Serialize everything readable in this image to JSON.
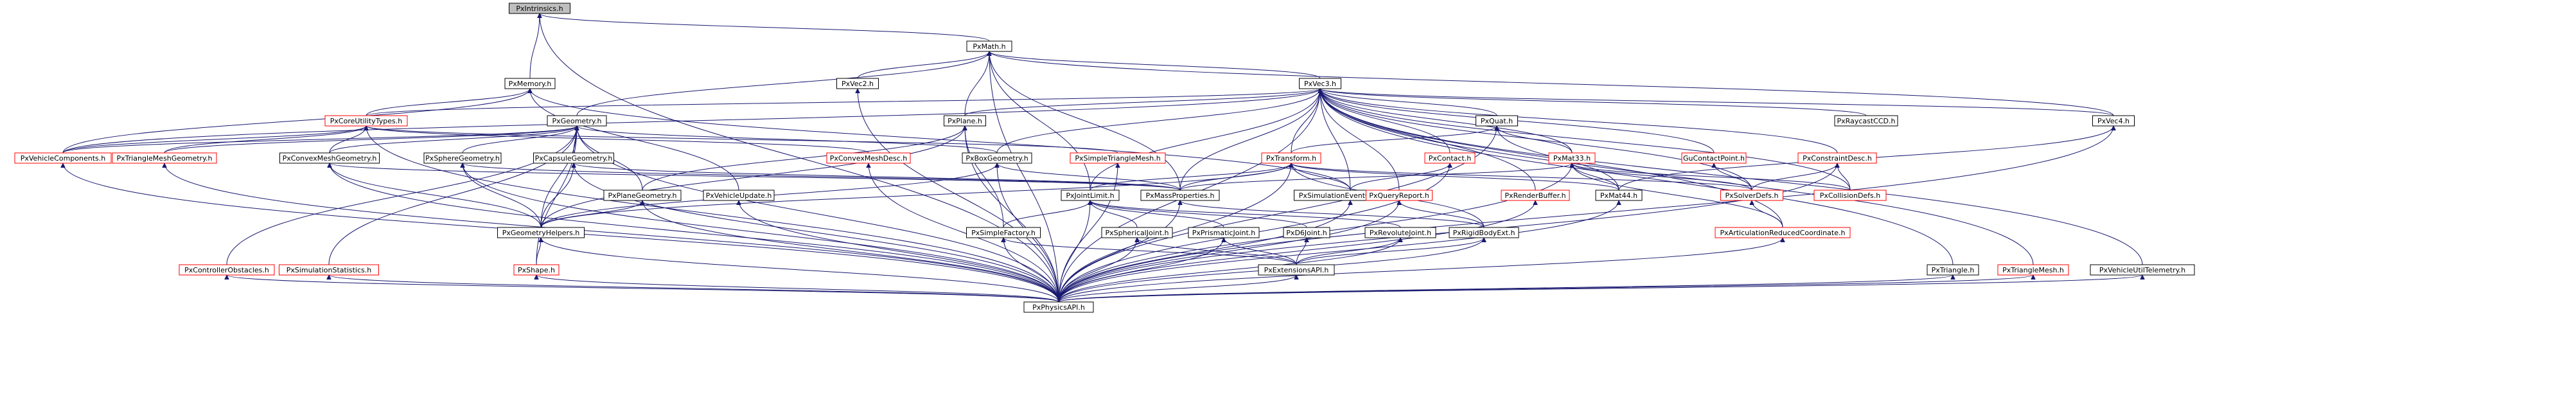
{
  "colors": {
    "edge": "#191970",
    "node_border_black": "#000000",
    "node_border_red": "#ff0000",
    "node_fill": "#ffffff",
    "root_fill": "#bfbfbf",
    "text": "#000000"
  },
  "nodes": [
    {
      "id": "PxIntrinsics",
      "label": "PxIntrinsics.h",
      "border": "black",
      "root": true
    },
    {
      "id": "PxMath",
      "label": "PxMath.h",
      "border": "black"
    },
    {
      "id": "PxMemory",
      "label": "PxMemory.h",
      "border": "black"
    },
    {
      "id": "PxVec2",
      "label": "PxVec2.h",
      "border": "black"
    },
    {
      "id": "PxVec3",
      "label": "PxVec3.h",
      "border": "black"
    },
    {
      "id": "PxCoreUtilityTypes",
      "label": "PxCoreUtilityTypes.h",
      "border": "red"
    },
    {
      "id": "PxGeometry",
      "label": "PxGeometry.h",
      "border": "black"
    },
    {
      "id": "PxPlane",
      "label": "PxPlane.h",
      "border": "black"
    },
    {
      "id": "PxQuat",
      "label": "PxQuat.h",
      "border": "black"
    },
    {
      "id": "PxRaycastCCD",
      "label": "PxRaycastCCD.h",
      "border": "black"
    },
    {
      "id": "PxVec4",
      "label": "PxVec4.h",
      "border": "black"
    },
    {
      "id": "PxVehicleComponents",
      "label": "PxVehicleComponents.h",
      "border": "red"
    },
    {
      "id": "PxTriangleMeshGeometry",
      "label": "PxTriangleMeshGeometry.h",
      "border": "red"
    },
    {
      "id": "PxConvexMeshGeometry",
      "label": "PxConvexMeshGeometry.h",
      "border": "black"
    },
    {
      "id": "PxSphereGeometry",
      "label": "PxSphereGeometry.h",
      "border": "black"
    },
    {
      "id": "PxCapsuleGeometry",
      "label": "PxCapsuleGeometry.h",
      "border": "black"
    },
    {
      "id": "PxConvexMeshDesc",
      "label": "PxConvexMeshDesc.h",
      "border": "red"
    },
    {
      "id": "PxBoxGeometry",
      "label": "PxBoxGeometry.h",
      "border": "black"
    },
    {
      "id": "PxSimpleTriangleMesh",
      "label": "PxSimpleTriangleMesh.h",
      "border": "red"
    },
    {
      "id": "PxTransform",
      "label": "PxTransform.h",
      "border": "red"
    },
    {
      "id": "PxContact",
      "label": "PxContact.h",
      "border": "red"
    },
    {
      "id": "PxMat33",
      "label": "PxMat33.h",
      "border": "red"
    },
    {
      "id": "GuContactPoint",
      "label": "GuContactPoint.h",
      "border": "red"
    },
    {
      "id": "PxConstraintDesc",
      "label": "PxConstraintDesc.h",
      "border": "red"
    },
    {
      "id": "PxMassProperties",
      "label": "PxMassProperties.h",
      "border": "black"
    },
    {
      "id": "PxPlaneGeometry",
      "label": "PxPlaneGeometry.h",
      "border": "black"
    },
    {
      "id": "PxVehicleUpdate",
      "label": "PxVehicleUpdate.h",
      "border": "black"
    },
    {
      "id": "PxJointLimit",
      "label": "PxJointLimit.h",
      "border": "black"
    },
    {
      "id": "PxSimulationEventCallback",
      "label": "PxSimulationEventCallback.h",
      "border": "black"
    },
    {
      "id": "PxQueryReport",
      "label": "PxQueryReport.h",
      "border": "red"
    },
    {
      "id": "PxRenderBuffer",
      "label": "PxRenderBuffer.h",
      "border": "red"
    },
    {
      "id": "PxMat44",
      "label": "PxMat44.h",
      "border": "black"
    },
    {
      "id": "PxSolverDefs",
      "label": "PxSolverDefs.h",
      "border": "red"
    },
    {
      "id": "PxCollisionDefs",
      "label": "PxCollisionDefs.h",
      "border": "red"
    },
    {
      "id": "PxGeometryHelpers",
      "label": "PxGeometryHelpers.h",
      "border": "black"
    },
    {
      "id": "PxSimpleFactory",
      "label": "PxSimpleFactory.h",
      "border": "black"
    },
    {
      "id": "PxSphericalJoint",
      "label": "PxSphericalJoint.h",
      "border": "black"
    },
    {
      "id": "PxPrismaticJoint",
      "label": "PxPrismaticJoint.h",
      "border": "black"
    },
    {
      "id": "PxD6Joint",
      "label": "PxD6Joint.h",
      "border": "black"
    },
    {
      "id": "PxRevoluteJoint",
      "label": "PxRevoluteJoint.h",
      "border": "black"
    },
    {
      "id": "PxRigidBodyExt",
      "label": "PxRigidBodyExt.h",
      "border": "black"
    },
    {
      "id": "PxArticulationReducedCoordinate",
      "label": "PxArticulationReducedCoordinate.h",
      "border": "red"
    },
    {
      "id": "PxControllerObstacles",
      "label": "PxControllerObstacles.h",
      "border": "red"
    },
    {
      "id": "PxSimulationStatistics",
      "label": "PxSimulationStatistics.h",
      "border": "red"
    },
    {
      "id": "PxShape",
      "label": "PxShape.h",
      "border": "red"
    },
    {
      "id": "PxExtensionsAPI",
      "label": "PxExtensionsAPI.h",
      "border": "black"
    },
    {
      "id": "PxTriangle",
      "label": "PxTriangle.h",
      "border": "black"
    },
    {
      "id": "PxTriangleMesh",
      "label": "PxTriangleMesh.h",
      "border": "red"
    },
    {
      "id": "PxVehicleUtilTelemetry",
      "label": "PxVehicleUtilTelemetry.h",
      "border": "black"
    },
    {
      "id": "PxPhysicsAPI",
      "label": "PxPhysicsAPI.h",
      "border": "black"
    }
  ],
  "edges": [
    [
      "PxIntrinsics",
      "PxMath"
    ],
    [
      "PxIntrinsics",
      "PxMemory"
    ],
    [
      "PxIntrinsics",
      "PxPhysicsAPI"
    ],
    [
      "PxMath",
      "PxVec2"
    ],
    [
      "PxMath",
      "PxVec3"
    ],
    [
      "PxMath",
      "PxPlane"
    ],
    [
      "PxMath",
      "PxGeometry"
    ],
    [
      "PxMath",
      "PxPhysicsAPI"
    ],
    [
      "PxMath",
      "PxMassProperties"
    ],
    [
      "PxMath",
      "PxJointLimit"
    ],
    [
      "PxMath",
      "PxVec4"
    ],
    [
      "PxMemory",
      "PxCoreUtilityTypes"
    ],
    [
      "PxMemory",
      "PxVehicleComponents"
    ],
    [
      "PxMemory",
      "PxVehicleUpdate"
    ],
    [
      "PxMemory",
      "PxSimulationEventCallback"
    ],
    [
      "PxVec2",
      "PxPhysicsAPI"
    ],
    [
      "PxVec3",
      "PxQuat"
    ],
    [
      "PxVec3",
      "PxRaycastCCD"
    ],
    [
      "PxVec3",
      "PxVec4"
    ],
    [
      "PxVec3",
      "PxPlane"
    ],
    [
      "PxVec3",
      "PxTransform"
    ],
    [
      "PxVec3",
      "PxContact"
    ],
    [
      "PxVec3",
      "PxMat33"
    ],
    [
      "PxVec3",
      "GuContactPoint"
    ],
    [
      "PxVec3",
      "PxConstraintDesc"
    ],
    [
      "PxVec3",
      "PxQueryReport"
    ],
    [
      "PxVec3",
      "PxRenderBuffer"
    ],
    [
      "PxVec3",
      "PxSolverDefs"
    ],
    [
      "PxVec3",
      "PxCollisionDefs"
    ],
    [
      "PxVec3",
      "PxArticulationReducedCoordinate"
    ],
    [
      "PxVec3",
      "PxTriangle"
    ],
    [
      "PxVec3",
      "PxTriangleMesh"
    ],
    [
      "PxVec3",
      "PxVehicleUtilTelemetry"
    ],
    [
      "PxVec3",
      "PxPhysicsAPI"
    ],
    [
      "PxVec3",
      "PxCoreUtilityTypes"
    ],
    [
      "PxVec3",
      "PxVehicleComponents"
    ],
    [
      "PxVec3",
      "PxSimulationEventCallback"
    ],
    [
      "PxVec3",
      "PxMassProperties"
    ],
    [
      "PxVec3",
      "PxJointLimit"
    ],
    [
      "PxVec3",
      "PxBoxGeometry"
    ],
    [
      "PxCoreUtilityTypes",
      "PxConvexMeshGeometry"
    ],
    [
      "PxCoreUtilityTypes",
      "PxTriangleMeshGeometry"
    ],
    [
      "PxCoreUtilityTypes",
      "PxVehicleComponents"
    ],
    [
      "PxCoreUtilityTypes",
      "PxConvexMeshDesc"
    ],
    [
      "PxCoreUtilityTypes",
      "PxSimpleTriangleMesh"
    ],
    [
      "PxCoreUtilityTypes",
      "PxPhysicsAPI"
    ],
    [
      "PxGeometry",
      "PxConvexMeshGeometry"
    ],
    [
      "PxGeometry",
      "PxSphereGeometry"
    ],
    [
      "PxGeometry",
      "PxCapsuleGeometry"
    ],
    [
      "PxGeometry",
      "PxBoxGeometry"
    ],
    [
      "PxGeometry",
      "PxPlaneGeometry"
    ],
    [
      "PxGeometry",
      "PxTriangleMeshGeometry"
    ],
    [
      "PxGeometry",
      "PxGeometryHelpers"
    ],
    [
      "PxGeometry",
      "PxControllerObstacles"
    ],
    [
      "PxGeometry",
      "PxSimulationStatistics"
    ],
    [
      "PxGeometry",
      "PxShape"
    ],
    [
      "PxGeometry",
      "PxPhysicsAPI"
    ],
    [
      "PxGeometry",
      "PxVehicleComponents"
    ],
    [
      "PxPlane",
      "PxPlaneGeometry"
    ],
    [
      "PxPlane",
      "PxPhysicsAPI"
    ],
    [
      "PxPlane",
      "PxSimpleFactory"
    ],
    [
      "PxPlane",
      "PxGeometryHelpers"
    ],
    [
      "PxQuat",
      "PxTransform"
    ],
    [
      "PxQuat",
      "PxMat33"
    ],
    [
      "PxQuat",
      "PxMat44"
    ],
    [
      "PxQuat",
      "PxPhysicsAPI"
    ],
    [
      "PxVec4",
      "PxMat44"
    ],
    [
      "PxVec4",
      "PxPhysicsAPI"
    ],
    [
      "PxVehicleComponents",
      "PxPhysicsAPI"
    ],
    [
      "PxTriangleMeshGeometry",
      "PxPhysicsAPI"
    ],
    [
      "PxConvexMeshGeometry",
      "PxGeometryHelpers"
    ],
    [
      "PxConvexMeshGeometry",
      "PxPhysicsAPI"
    ],
    [
      "PxConvexMeshGeometry",
      "PxMassProperties"
    ],
    [
      "PxSphereGeometry",
      "PxGeometryHelpers"
    ],
    [
      "PxSphereGeometry",
      "PxPhysicsAPI"
    ],
    [
      "PxSphereGeometry",
      "PxMassProperties"
    ],
    [
      "PxCapsuleGeometry",
      "PxGeometryHelpers"
    ],
    [
      "PxCapsuleGeometry",
      "PxPhysicsAPI"
    ],
    [
      "PxCapsuleGeometry",
      "PxMassProperties"
    ],
    [
      "PxConvexMeshDesc",
      "PxPhysicsAPI"
    ],
    [
      "PxBoxGeometry",
      "PxGeometryHelpers"
    ],
    [
      "PxBoxGeometry",
      "PxPhysicsAPI"
    ],
    [
      "PxBoxGeometry",
      "PxMassProperties"
    ],
    [
      "PxSimpleTriangleMesh",
      "PxPhysicsAPI"
    ],
    [
      "PxTransform",
      "PxMassProperties"
    ],
    [
      "PxTransform",
      "PxJointLimit"
    ],
    [
      "PxTransform",
      "PxSimulationEventCallback"
    ],
    [
      "PxTransform",
      "PxMat44"
    ],
    [
      "PxTransform",
      "PxGeometryHelpers"
    ],
    [
      "PxTransform",
      "PxPhysicsAPI"
    ],
    [
      "PxTransform",
      "PxRigidBodyExt"
    ],
    [
      "PxTransform",
      "PxSolverDefs"
    ],
    [
      "PxContact",
      "PxSimulationEventCallback"
    ],
    [
      "PxContact",
      "PxPhysicsAPI"
    ],
    [
      "PxMat33",
      "PxMat44"
    ],
    [
      "PxMat33",
      "PxMassProperties"
    ],
    [
      "PxMat33",
      "PxSolverDefs"
    ],
    [
      "PxMat33",
      "PxCollisionDefs"
    ],
    [
      "PxMat33",
      "PxPhysicsAPI"
    ],
    [
      "PxMat33",
      "PxArticulationReducedCoordinate"
    ],
    [
      "GuContactPoint",
      "PxSolverDefs"
    ],
    [
      "PxConstraintDesc",
      "PxSolverDefs"
    ],
    [
      "PxConstraintDesc",
      "PxCollisionDefs"
    ],
    [
      "PxConstraintDesc",
      "PxPhysicsAPI"
    ],
    [
      "PxSolverDefs",
      "PxArticulationReducedCoordinate"
    ],
    [
      "PxMassProperties",
      "PxRigidBodyExt"
    ],
    [
      "PxMassProperties",
      "PxPhysicsAPI"
    ],
    [
      "PxPlaneGeometry",
      "PxGeometryHelpers"
    ],
    [
      "PxPlaneGeometry",
      "PxPhysicsAPI"
    ],
    [
      "PxVehicleUpdate",
      "PxPhysicsAPI"
    ],
    [
      "PxJointLimit",
      "PxSphericalJoint"
    ],
    [
      "PxJointLimit",
      "PxPrismaticJoint"
    ],
    [
      "PxJointLimit",
      "PxD6Joint"
    ],
    [
      "PxJointLimit",
      "PxRevoluteJoint"
    ],
    [
      "PxJointLimit",
      "PxSimpleFactory"
    ],
    [
      "PxJointLimit",
      "PxPhysicsAPI"
    ],
    [
      "PxSimulationEventCallback",
      "PxPhysicsAPI"
    ],
    [
      "PxQueryReport",
      "PxRigidBodyExt"
    ],
    [
      "PxQueryReport",
      "PxPhysicsAPI"
    ],
    [
      "PxRenderBuffer",
      "PxPhysicsAPI"
    ],
    [
      "PxMat44",
      "PxPhysicsAPI"
    ],
    [
      "PxGeometryHelpers",
      "PxShape"
    ],
    [
      "PxGeometryHelpers",
      "PxPhysicsAPI"
    ],
    [
      "PxSimpleFactory",
      "PxExtensionsAPI"
    ],
    [
      "PxSimpleFactory",
      "PxPhysicsAPI"
    ],
    [
      "PxSphericalJoint",
      "PxExtensionsAPI"
    ],
    [
      "PxSphericalJoint",
      "PxPhysicsAPI"
    ],
    [
      "PxPrismaticJoint",
      "PxExtensionsAPI"
    ],
    [
      "PxPrismaticJoint",
      "PxPhysicsAPI"
    ],
    [
      "PxD6Joint",
      "PxExtensionsAPI"
    ],
    [
      "PxRevoluteJoint",
      "PxExtensionsAPI"
    ],
    [
      "PxRevoluteJoint",
      "PxPhysicsAPI"
    ],
    [
      "PxRigidBodyExt",
      "PxExtensionsAPI"
    ],
    [
      "PxRigidBodyExt",
      "PxPhysicsAPI"
    ],
    [
      "PxArticulationReducedCoordinate",
      "PxPhysicsAPI"
    ],
    [
      "PxControllerObstacles",
      "PxPhysicsAPI"
    ],
    [
      "PxSimulationStatistics",
      "PxPhysicsAPI"
    ],
    [
      "PxShape",
      "PxPhysicsAPI"
    ],
    [
      "PxExtensionsAPI",
      "PxPhysicsAPI"
    ],
    [
      "PxTriangle",
      "PxPhysicsAPI"
    ],
    [
      "PxTriangleMesh",
      "PxPhysicsAPI"
    ],
    [
      "PxVehicleUtilTelemetry",
      "PxPhysicsAPI"
    ]
  ]
}
